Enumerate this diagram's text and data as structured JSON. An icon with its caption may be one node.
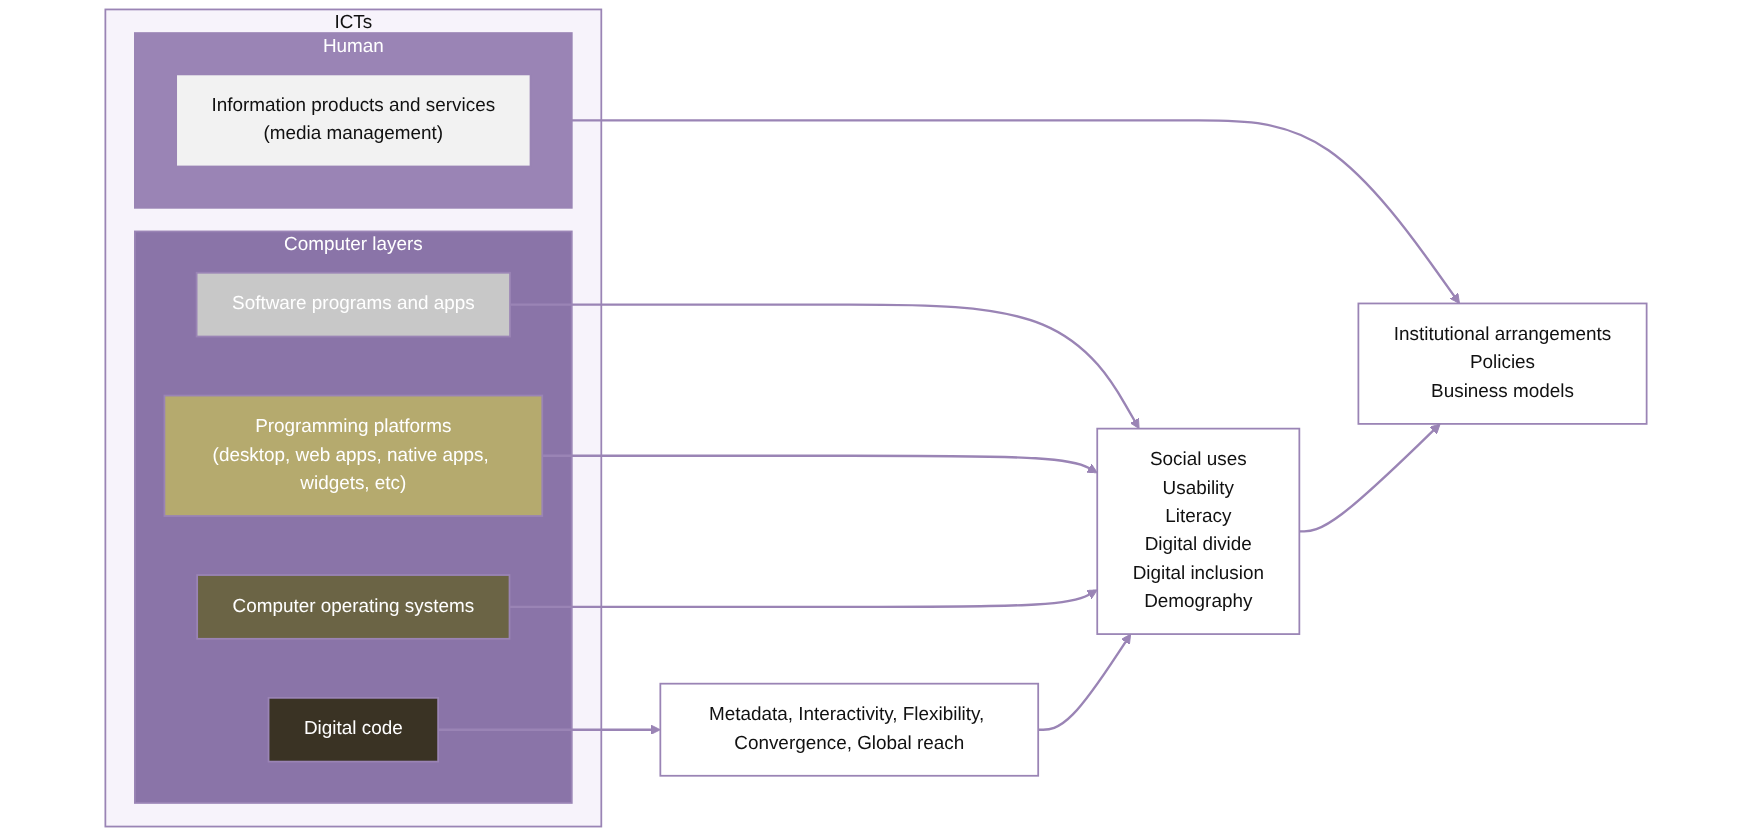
{
  "diagram": {
    "nodes": [
      {
        "text": [
          "ICTs"
        ]
      },
      {
        "text": [
          "Human"
        ],
        "in": 0
      },
      {
        "text": [
          "Information products and services",
          "(media management)"
        ],
        "in": 1
      },
      {
        "text": [
          "Computer layers"
        ],
        "in": 0
      },
      {
        "text": [
          "Software programs and apps"
        ],
        "in": 3
      },
      {
        "text": [
          "Programming platforms",
          "(desktop, web apps, native apps, widgets, etc)"
        ],
        "in": 3
      },
      {
        "text": [
          "Computer operating systems"
        ],
        "in": 3
      },
      {
        "text": [
          "Digital code"
        ],
        "in": 3
      },
      {
        "text": [
          "Institutional arrangements",
          "Policies",
          "Business models"
        ]
      },
      {
        "text": [
          "Social uses",
          "Usability",
          "Literacy",
          "Digital divide",
          "Digital inclusion",
          "Demography"
        ]
      },
      {
        "text": [
          "Metadata, Interactivity, Flexibility, Convergence, Global reach"
        ]
      }
    ],
    "edges": [
      {
        "from": 2,
        "to": 8,
        "arrow": "to"
      },
      {
        "from": 4,
        "to": 9,
        "arrow": "to"
      },
      {
        "from": 5,
        "to": 9,
        "arrow": "to"
      },
      {
        "from": 6,
        "to": 9,
        "arrow": "to"
      },
      {
        "from": 7,
        "to": 10,
        "arrow": "to"
      },
      {
        "from": 10,
        "to": 9,
        "arrow": "to"
      },
      {
        "from": 9,
        "to": 8,
        "arrow": "to"
      }
    ]
  }
}
